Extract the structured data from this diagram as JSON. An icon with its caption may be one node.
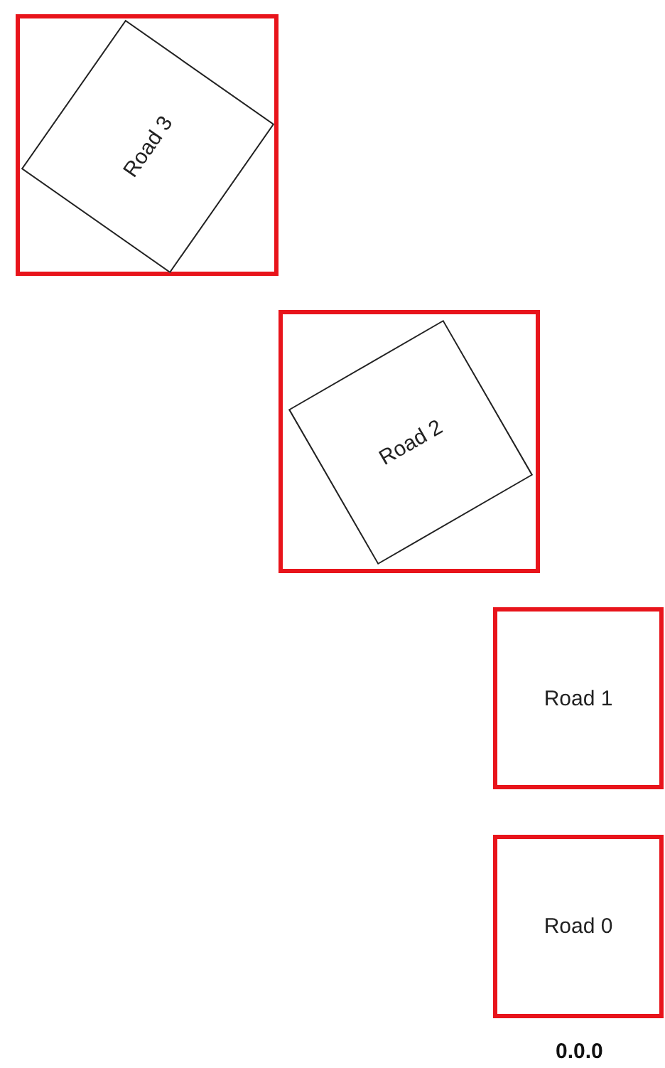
{
  "diagram": {
    "nodes": [
      {
        "text": [],
        "shape": "box"
      },
      {
        "text": [
          "Road 3"
        ],
        "in": 0
      },
      {
        "text": [],
        "shape": "box"
      },
      {
        "text": [
          "Road 2"
        ],
        "in": 2
      },
      {
        "text": [
          "Road 1"
        ]
      },
      {
        "text": [
          "Road 0"
        ]
      }
    ],
    "labels": [
      "0.0.0"
    ]
  }
}
